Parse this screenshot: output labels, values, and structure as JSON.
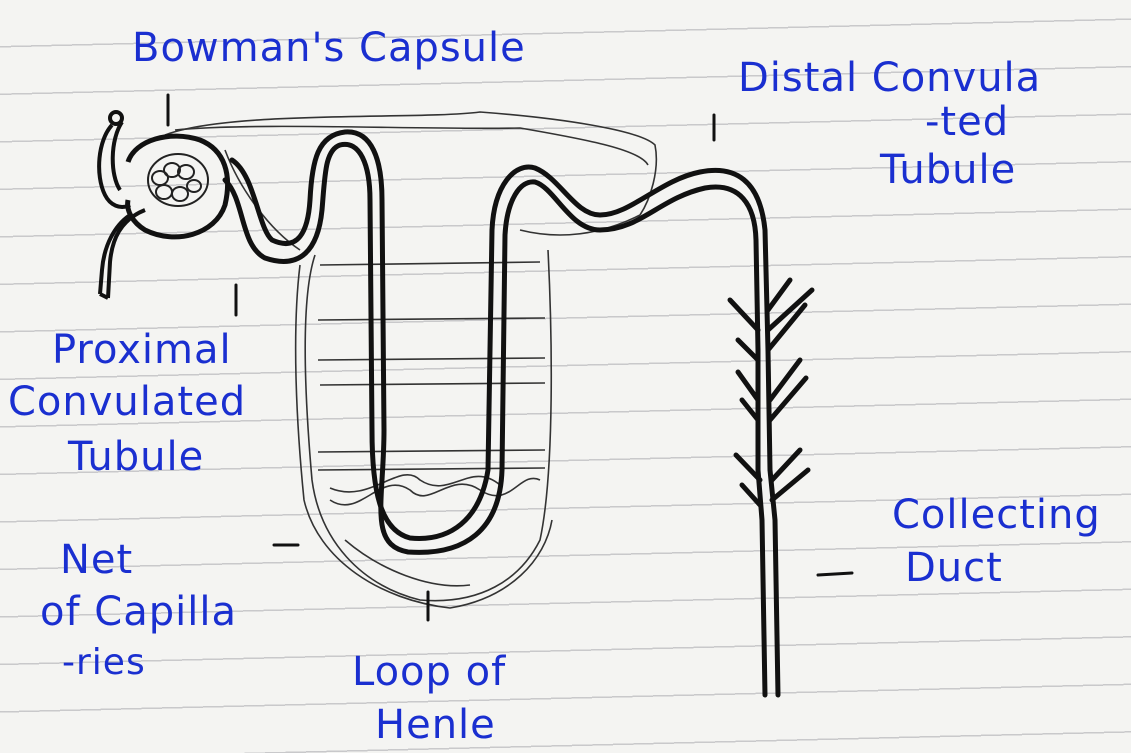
{
  "labels": {
    "bowmans_capsule": "Bowman's Capsule",
    "distal_1": "Distal Convula",
    "distal_2": "-ted",
    "distal_3": "Tubule",
    "proximal_1": "Proximal",
    "proximal_2": "Convulated",
    "proximal_3": "Tubule",
    "net_1": "Net",
    "net_2": "of Capilla",
    "net_3": "-ries",
    "loop_1": "Loop of",
    "loop_2": "Henle",
    "collecting_1": "Collecting",
    "collecting_2": "Duct"
  },
  "colors": {
    "ink": "#111111",
    "pen": "#1a2fd0",
    "paper": "#f4f4f2"
  }
}
